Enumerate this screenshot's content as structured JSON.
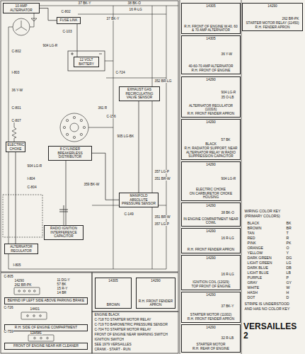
{
  "diagram": {
    "title": "VERSAILLES 2",
    "nodes": [
      {
        "text": [
          "10 AMP ALTERNATOR"
        ]
      },
      {
        "text": [
          "FUSE LINK"
        ]
      },
      {
        "text": [
          "12 VOLT BATTERY"
        ]
      },
      {
        "text": [
          "8 CYLINDER BREAKERLESS DISTRIBUTOR"
        ]
      },
      {
        "text": [
          "ELECTRIC CHOKE"
        ]
      },
      {
        "text": [
          "ALTERNATOR REGULATOR"
        ]
      },
      {
        "text": [
          "RADIO IGNITION INTERFERENCE CAPACITOR"
        ]
      },
      {
        "text": [
          "EXHAUST GAS RECIRCULATING VALVE SENSOR"
        ]
      },
      {
        "text": [
          "MANIFOLD ABSOLUTE PRESSURE SENSOR"
        ]
      },
      {
        "text": [
          "BEHIND I/P LEFT SIDE ABOVE PARKING BRAKE"
        ]
      },
      {
        "text": [
          "R.H. SIDE OF ENGINE COMPARTMENT"
        ]
      },
      {
        "text": [
          "FRONT OF ENGINE NEAR AIR CLEANER"
        ]
      },
      {
        "text": [
          "14290",
          "R.H. FRONT FENDER APRON"
        ]
      },
      {
        "text": [
          "14305",
          "BROWN"
        ]
      },
      {
        "text": [
          "14305",
          "R.H. FRONT OF ENGINE W.40, 60 & 70 AMP ALTERNATOR"
        ]
      },
      {
        "text": [
          "14290",
          "STARTER MOTOR RELAY (11450)",
          "R.H. FENDER APRON"
        ]
      },
      {
        "text": [
          "14305",
          "40-60-70 AMP ALTERNATOR",
          "R.H. FRONT OF ENGINE"
        ]
      },
      {
        "text": [
          "14290",
          "ALTERNATOR REGULATOR (10316)",
          "R.H. FRONT FENDER APRON"
        ]
      },
      {
        "text": [
          "14290",
          "BLACK",
          "R.H. RADIATOR SUPPORT, NEAR ALTERNATOR RELAY W.RADIO SUPPRESSION CAPACITOR"
        ]
      },
      {
        "text": [
          "14290",
          "ELECTRIC CHOKE",
          "ON CARBURETOR CHOKE HOUSING"
        ]
      },
      {
        "text": [
          "14290",
          "IN ENGINE COMPARTMENT NEAR COWL"
        ]
      },
      {
        "text": [
          "14290",
          "R.H. FRONT FENDER APRON"
        ]
      },
      {
        "text": [
          "14290",
          "IGNITION COIL (12029)",
          "TOP FRONT OF ENGINE"
        ]
      },
      {
        "text": [
          "14290",
          "STARTER MOTOR (11002)",
          "R.H. FRONT FENDER APRON"
        ]
      },
      {
        "text": [
          "14290",
          "STARTER MOTOR",
          "R.H. REAR OF ENGINE"
        ]
      }
    ],
    "edges": [
      {
        "from": 0,
        "to": 1,
        "arrow": "none"
      },
      {
        "from": 1,
        "to": 2,
        "arrow": "none"
      },
      {
        "from": 3,
        "to": 6,
        "arrow": "none"
      },
      {
        "from": 3,
        "to": 8,
        "arrow": "none"
      },
      {
        "from": 7,
        "to": 8,
        "arrow": "none"
      },
      {
        "from": 4,
        "to": 5,
        "arrow": "none"
      }
    ],
    "labels": [
      "37 BK-Y",
      "38 BK-O",
      "16 R-LG",
      "C-802",
      "C-103",
      "37 BK-Y",
      "904 LG-R",
      "C-802",
      "I-803",
      "36 Y-W",
      "C-801",
      "C-807",
      "C-724",
      "352 BR-LG",
      "361 R",
      "905 LG-BK",
      "C-156",
      "904 LG-R",
      "I-804",
      "C-804",
      "357 LG-P",
      "351 BR-W",
      "359 BK-W",
      "C-149",
      "351 BR-W",
      "357 LG-P",
      "I-805",
      "C-805",
      "14290",
      "262 BR-PK",
      "11 DG-Y",
      "57 BK",
      "15 R-Y",
      "14 BR",
      "C-726",
      "14401",
      "C-759",
      "12A581",
      "ENGINE BLACK",
      "C-718 TO STARTER MOTOR RELAY",
      "C-719 TO BAROMETRIC PRESSURE SENSOR",
      "C-704 TO STARTER MOTOR RELAY",
      "FRONT OF ENGINE NEAR WARNING SWITCH",
      "IGNITION SWITCH",
      "SEE 1979 VERSAILLES",
      "CRANK - START - RUN",
      "36 Y-W",
      "904 LG-R",
      "35 O-LB",
      "57 BK",
      "904 LG-R",
      "38 BK-O",
      "16 R-LG",
      "16 R-LG",
      "37 BK-Y",
      "32 R-LB",
      "262 BR-PK",
      "WIRING COLOR KEY",
      "(PRIMARY COLORS)",
      "BLACK",
      "BK",
      "BROWN",
      "BR",
      "TAN",
      "T",
      "RED",
      "R",
      "PINK",
      "PK",
      "ORANGE",
      "O",
      "YELLOW",
      "Y",
      "DARK GREEN",
      "DG",
      "LIGHT GREEN",
      "LG",
      "DARK BLUE",
      "DB",
      "LIGHT BLUE",
      "LB",
      "PURPLE",
      "P",
      "GRAY",
      "GY",
      "WHITE",
      "W",
      "HASH",
      "H",
      "DOT",
      "D",
      "STRIPE IS UNDERSTOOD",
      "AND HAS NO COLOR KEY"
    ]
  }
}
